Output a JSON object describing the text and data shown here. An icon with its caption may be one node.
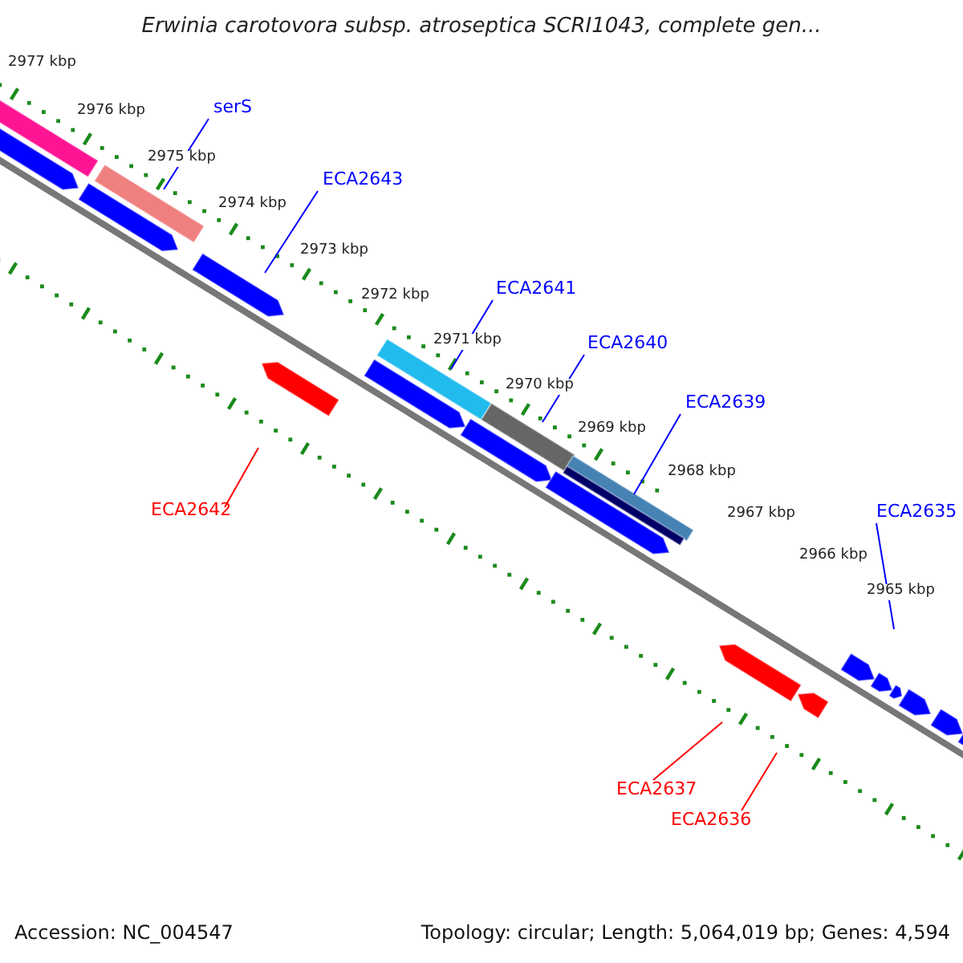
{
  "diagram": {
    "title": "Erwinia carotovora subsp. atroseptica SCRI1043, complete gen...",
    "nodes": [
      {
        "text": [
          "serS"
        ]
      },
      {
        "text": [
          "ECA2643"
        ]
      },
      {
        "text": [
          "ECA2641"
        ]
      },
      {
        "text": [
          "ECA2640"
        ]
      },
      {
        "text": [
          "ECA2639"
        ]
      },
      {
        "text": [
          "ECA2642"
        ]
      },
      {
        "text": [
          "ECA2635"
        ]
      },
      {
        "text": [
          "ECA2637"
        ]
      },
      {
        "text": [
          "ECA2636"
        ]
      }
    ],
    "edges": [
      {
        "from": 0,
        "to": null,
        "arrow": "none"
      },
      {
        "from": 1,
        "to": null,
        "arrow": "none"
      },
      {
        "from": 2,
        "to": null,
        "arrow": "none"
      },
      {
        "from": 3,
        "to": null,
        "arrow": "none"
      },
      {
        "from": 4,
        "to": null,
        "arrow": "none"
      },
      {
        "from": 5,
        "to": null,
        "arrow": "none",
        "color": "#ff0000"
      },
      {
        "from": 6,
        "to": null,
        "arrow": "none"
      },
      {
        "from": 7,
        "to": null,
        "arrow": "none",
        "color": "#ff0000"
      },
      {
        "from": 8,
        "to": null,
        "arrow": "none",
        "color": "#ff0000"
      }
    ],
    "labels": [
      "2977 kbp",
      "2976 kbp",
      "2975 kbp",
      "2974 kbp",
      "2973 kbp",
      "2972 kbp",
      "2971 kbp",
      "2970 kbp",
      "2969 kbp",
      "2968 kbp",
      "2967 kbp",
      "2966 kbp",
      "2965 kbp",
      "Accession: NC_004547",
      "Topology: circular; Length: 5,064,019 bp; Genes: 4,594"
    ]
  }
}
